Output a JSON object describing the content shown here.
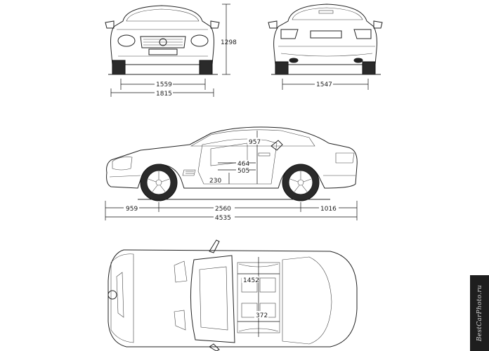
{
  "dimensions": {
    "height": "1298",
    "front_track": "1559",
    "width": "1815",
    "rear_track": "1547",
    "roof_a": "957",
    "door_a": "464",
    "door_b": "505",
    "sill": "230",
    "front_overhang": "959",
    "wheelbase": "2560",
    "rear_overhang": "1016",
    "length": "4535",
    "top_a": "1452",
    "top_b": "372"
  },
  "watermark": {
    "text": "BestCarPhoto.ru"
  }
}
